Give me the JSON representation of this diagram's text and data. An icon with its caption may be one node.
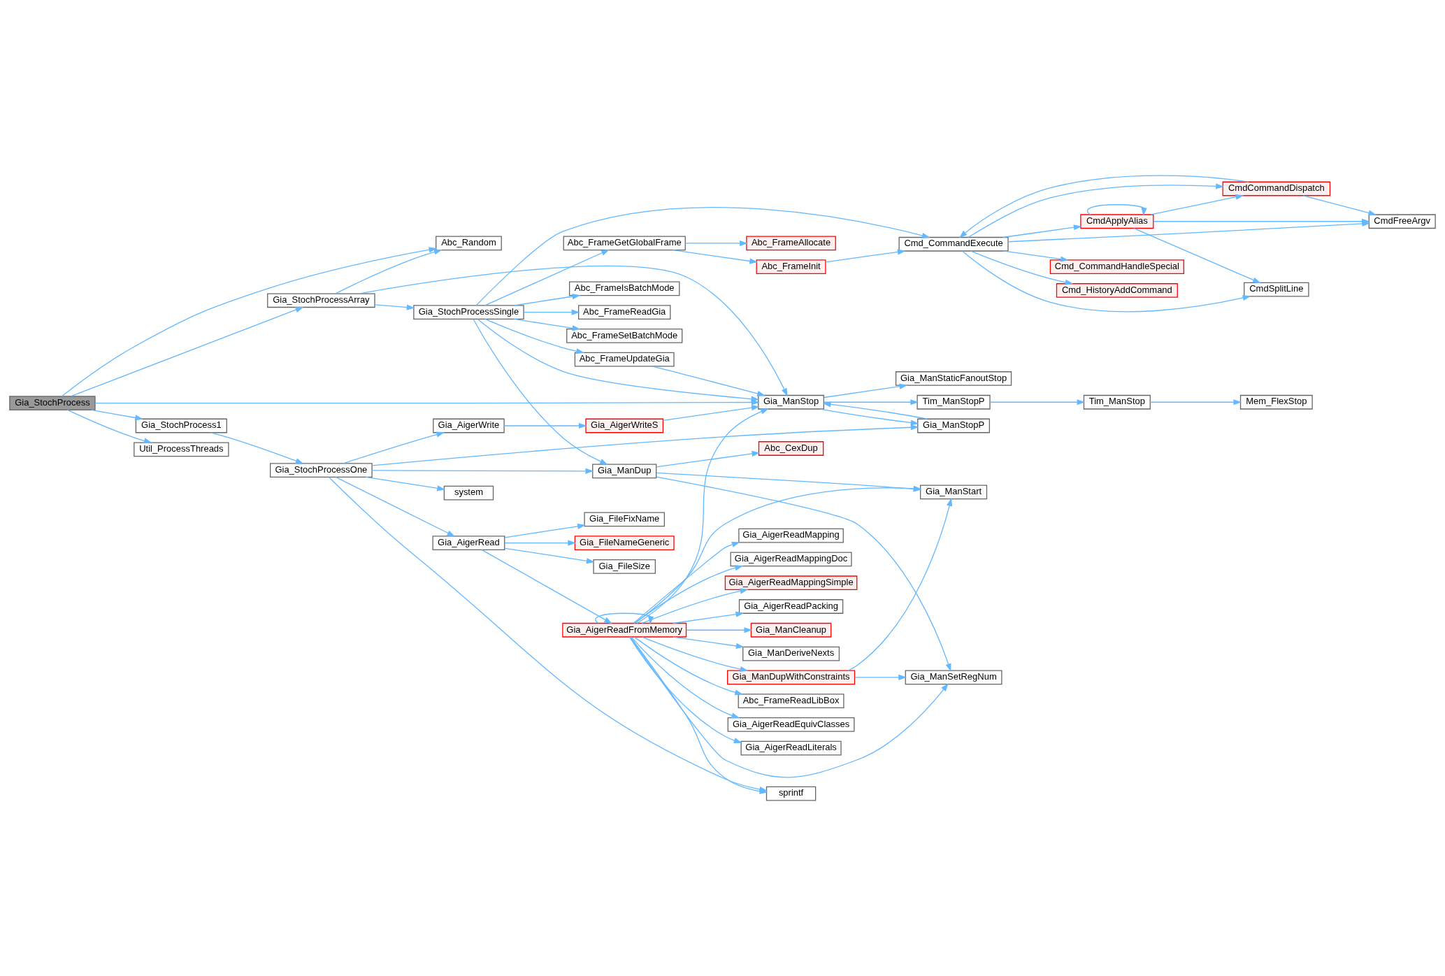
{
  "diagram": {
    "nodes": [
      {
        "text": [
          "Gia_StochProcess"
        ]
      },
      {
        "text": [
          "Abc_Random"
        ]
      },
      {
        "text": [
          "Gia_StochProcessArray"
        ]
      },
      {
        "text": [
          "Gia_ManStop"
        ]
      },
      {
        "text": [
          "Gia_StochProcess1"
        ]
      },
      {
        "text": [
          "Util_ProcessThreads"
        ]
      },
      {
        "text": [
          "Gia_StochProcessSingle"
        ]
      },
      {
        "text": [
          "Gia_StochProcessOne"
        ]
      },
      {
        "text": [
          "Cmd_CommandExecute"
        ]
      },
      {
        "text": [
          "Abc_FrameIsBatchMode"
        ]
      },
      {
        "text": [
          "Abc_FrameReadGia"
        ]
      },
      {
        "text": [
          "Abc_FrameSetBatchMode"
        ]
      },
      {
        "text": [
          "Abc_FrameGetGlobalFrame"
        ]
      },
      {
        "text": [
          "Abc_FrameUpdateGia"
        ]
      },
      {
        "text": [
          "Gia_ManDup"
        ]
      },
      {
        "text": [
          "Abc_FrameAllocate"
        ]
      },
      {
        "text": [
          "Abc_FrameInit"
        ]
      },
      {
        "text": [
          "Cmd_CommandHandleSpecial"
        ]
      },
      {
        "text": [
          "Cmd_HistoryAddCommand"
        ]
      },
      {
        "text": [
          "CmdApplyAlias"
        ]
      },
      {
        "text": [
          "CmdCommandDispatch"
        ]
      },
      {
        "text": [
          "CmdSplitLine"
        ]
      },
      {
        "text": [
          "CmdFreeArgv"
        ]
      },
      {
        "text": [
          "Tim_ManStopP"
        ]
      },
      {
        "text": [
          "Tim_ManStop"
        ]
      },
      {
        "text": [
          "Mem_FlexStop"
        ]
      },
      {
        "text": [
          "Gia_ManStaticFanoutStop"
        ]
      },
      {
        "text": [
          "Gia_ManStopP"
        ]
      },
      {
        "text": [
          "Gia_AigerWrite"
        ]
      },
      {
        "text": [
          "Gia_AigerWriteS"
        ]
      },
      {
        "text": [
          "system"
        ]
      },
      {
        "text": [
          "Abc_CexDup"
        ]
      },
      {
        "text": [
          "sprintf"
        ]
      },
      {
        "text": [
          "Gia_AigerRead"
        ]
      },
      {
        "text": [
          "Gia_FileFixName"
        ]
      },
      {
        "text": [
          "Gia_FileNameGeneric"
        ]
      },
      {
        "text": [
          "Gia_FileSize"
        ]
      },
      {
        "text": [
          "Gia_AigerReadFromMemory"
        ]
      },
      {
        "text": [
          "Gia_ManSetRegNum"
        ]
      },
      {
        "text": [
          "Gia_ManDupWithConstraints"
        ]
      },
      {
        "text": [
          "Gia_ManStart"
        ]
      },
      {
        "text": [
          "Abc_FrameReadLibBox"
        ]
      },
      {
        "text": [
          "Gia_AigerReadEquivClasses"
        ]
      },
      {
        "text": [
          "Gia_AigerReadLiterals"
        ]
      },
      {
        "text": [
          "Gia_AigerReadMapping"
        ]
      },
      {
        "text": [
          "Gia_AigerReadMappingDoc"
        ]
      },
      {
        "text": [
          "Gia_AigerReadMappingSimple"
        ]
      },
      {
        "text": [
          "Gia_AigerReadPacking"
        ]
      },
      {
        "text": [
          "Gia_ManCleanup"
        ]
      },
      {
        "text": [
          "Gia_ManDeriveNexts"
        ]
      }
    ],
    "edges": [
      {
        "from": 0,
        "to": 1,
        "arrow": "to"
      },
      {
        "from": 0,
        "to": 2,
        "arrow": "to"
      },
      {
        "from": 0,
        "to": 3,
        "arrow": "to"
      },
      {
        "from": 0,
        "to": 4,
        "arrow": "to"
      },
      {
        "from": 0,
        "to": 5,
        "arrow": "to"
      },
      {
        "from": 2,
        "to": 1,
        "arrow": "to"
      },
      {
        "from": 2,
        "to": 6,
        "arrow": "to"
      },
      {
        "from": 2,
        "to": 3,
        "arrow": "to"
      },
      {
        "from": 4,
        "to": 7,
        "arrow": "to"
      },
      {
        "from": 6,
        "to": 8,
        "arrow": "to"
      },
      {
        "from": 6,
        "to": 9,
        "arrow": "to"
      },
      {
        "from": 6,
        "to": 10,
        "arrow": "to"
      },
      {
        "from": 6,
        "to": 11,
        "arrow": "to"
      },
      {
        "from": 6,
        "to": 12,
        "arrow": "to"
      },
      {
        "from": 6,
        "to": 13,
        "arrow": "to"
      },
      {
        "from": 6,
        "to": 3,
        "arrow": "to"
      },
      {
        "from": 6,
        "to": 14,
        "arrow": "to"
      },
      {
        "from": 12,
        "to": 15,
        "arrow": "to"
      },
      {
        "from": 12,
        "to": 16,
        "arrow": "to"
      },
      {
        "from": 16,
        "to": 8,
        "arrow": "to"
      },
      {
        "from": 8,
        "to": 17,
        "arrow": "to"
      },
      {
        "from": 8,
        "to": 18,
        "arrow": "to"
      },
      {
        "from": 8,
        "to": 19,
        "arrow": "to"
      },
      {
        "from": 8,
        "to": 20,
        "arrow": "to"
      },
      {
        "from": 8,
        "to": 21,
        "arrow": "to"
      },
      {
        "from": 8,
        "to": 22,
        "arrow": "to"
      },
      {
        "from": 19,
        "to": 19,
        "arrow": "to"
      },
      {
        "from": 19,
        "to": 21,
        "arrow": "to"
      },
      {
        "from": 19,
        "to": 20,
        "arrow": "to"
      },
      {
        "from": 19,
        "to": 22,
        "arrow": "to"
      },
      {
        "from": 20,
        "to": 8,
        "arrow": "to"
      },
      {
        "from": 20,
        "to": 22,
        "arrow": "to"
      },
      {
        "from": 13,
        "to": 3,
        "arrow": "to"
      },
      {
        "from": 3,
        "to": 23,
        "arrow": "to"
      },
      {
        "from": 3,
        "to": 26,
        "arrow": "to"
      },
      {
        "from": 3,
        "to": 27,
        "arrow": "to"
      },
      {
        "from": 27,
        "to": 3,
        "arrow": "to"
      },
      {
        "from": 23,
        "to": 24,
        "arrow": "to"
      },
      {
        "from": 24,
        "to": 25,
        "arrow": "to"
      },
      {
        "from": 7,
        "to": 28,
        "arrow": "to"
      },
      {
        "from": 7,
        "to": 30,
        "arrow": "to"
      },
      {
        "from": 7,
        "to": 27,
        "arrow": "to"
      },
      {
        "from": 7,
        "to": 14,
        "arrow": "to"
      },
      {
        "from": 7,
        "to": 32,
        "arrow": "to"
      },
      {
        "from": 7,
        "to": 33,
        "arrow": "to"
      },
      {
        "from": 28,
        "to": 29,
        "arrow": "to"
      },
      {
        "from": 29,
        "to": 3,
        "arrow": "to"
      },
      {
        "from": 14,
        "to": 31,
        "arrow": "to"
      },
      {
        "from": 14,
        "to": 38,
        "arrow": "to"
      },
      {
        "from": 14,
        "to": 40,
        "arrow": "to"
      },
      {
        "from": 33,
        "to": 34,
        "arrow": "to"
      },
      {
        "from": 33,
        "to": 35,
        "arrow": "to"
      },
      {
        "from": 33,
        "to": 36,
        "arrow": "to"
      },
      {
        "from": 33,
        "to": 37,
        "arrow": "to"
      },
      {
        "from": 37,
        "to": 37,
        "arrow": "to"
      },
      {
        "from": 37,
        "to": 3,
        "arrow": "to"
      },
      {
        "from": 37,
        "to": 32,
        "arrow": "to"
      },
      {
        "from": 37,
        "to": 38,
        "arrow": "to"
      },
      {
        "from": 37,
        "to": 39,
        "arrow": "to"
      },
      {
        "from": 37,
        "to": 41,
        "arrow": "to"
      },
      {
        "from": 37,
        "to": 42,
        "arrow": "to"
      },
      {
        "from": 37,
        "to": 43,
        "arrow": "to"
      },
      {
        "from": 37,
        "to": 44,
        "arrow": "to"
      },
      {
        "from": 37,
        "to": 45,
        "arrow": "to"
      },
      {
        "from": 37,
        "to": 46,
        "arrow": "to"
      },
      {
        "from": 37,
        "to": 47,
        "arrow": "to"
      },
      {
        "from": 37,
        "to": 48,
        "arrow": "to"
      },
      {
        "from": 37,
        "to": 49,
        "arrow": "to"
      },
      {
        "from": 37,
        "to": 40,
        "arrow": "to"
      },
      {
        "from": 39,
        "to": 38,
        "arrow": "to"
      },
      {
        "from": 39,
        "to": 40,
        "arrow": "to"
      }
    ]
  }
}
